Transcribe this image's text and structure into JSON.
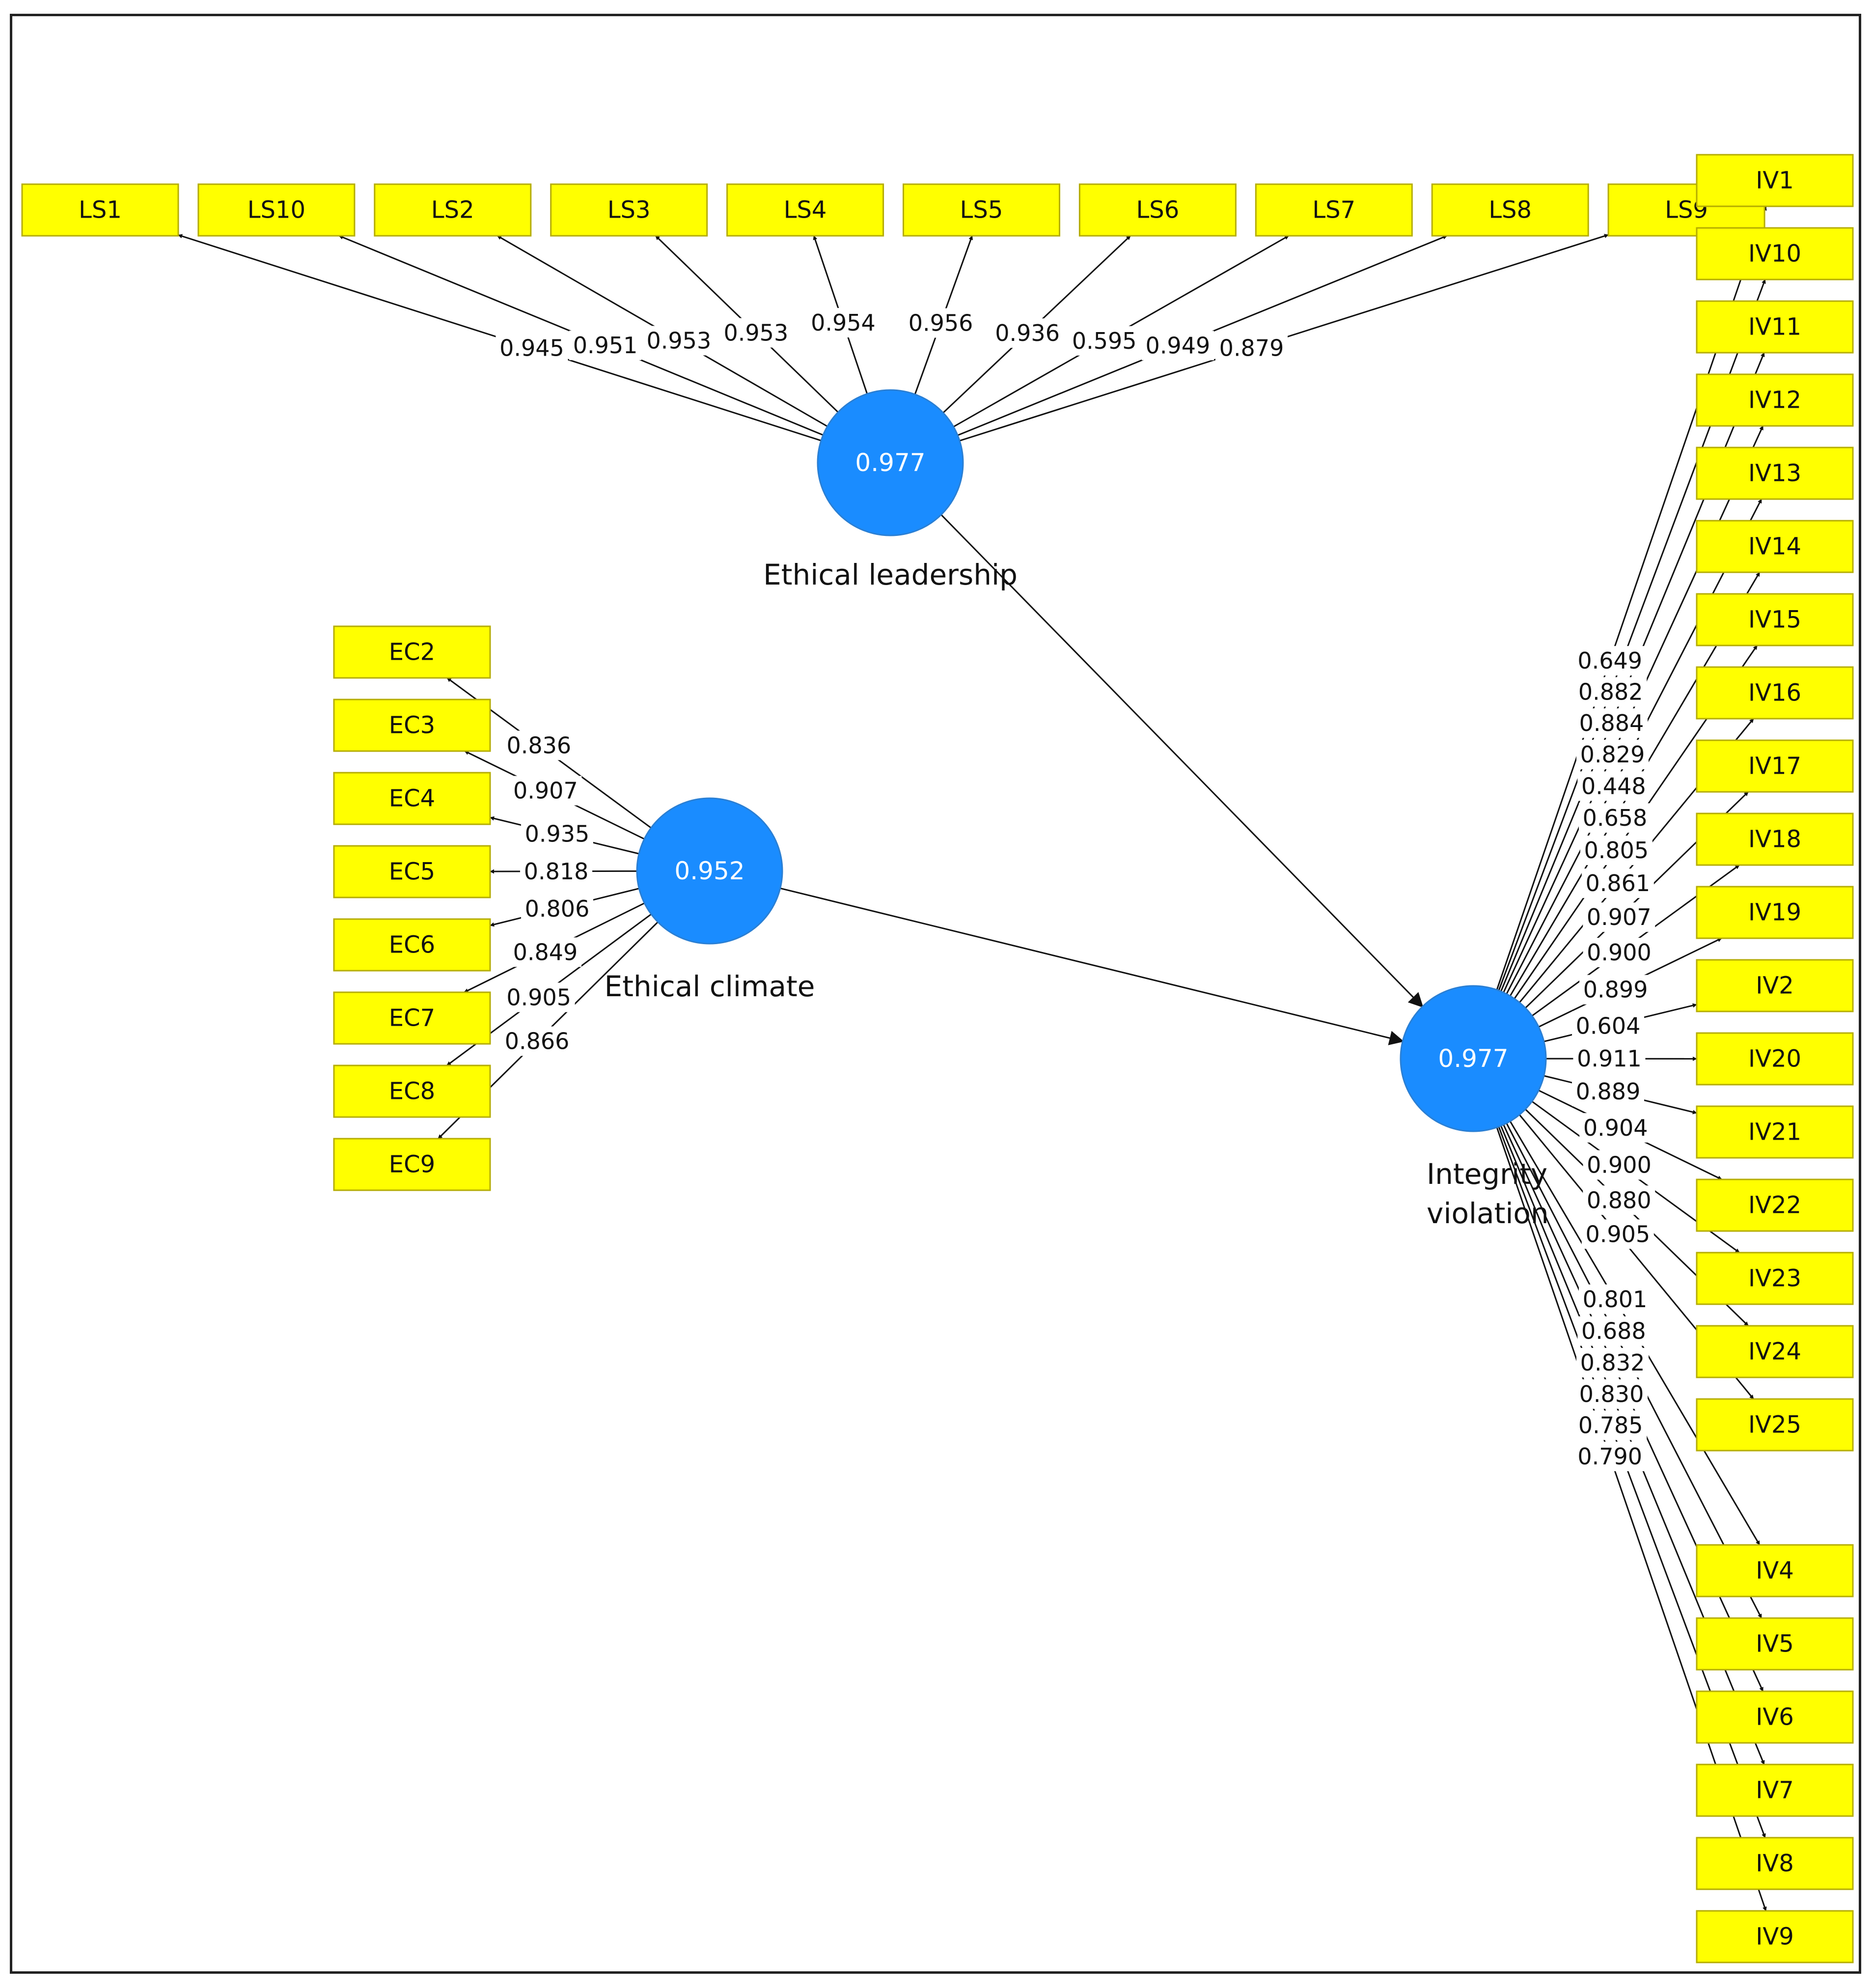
{
  "colors": {
    "indicator": "#ffff00",
    "latent": "#1a8cff",
    "line": "#111111"
  },
  "latents": {
    "el": {
      "name": "Ethical leadership",
      "value": "0.977"
    },
    "ec": {
      "name": "Ethical climate",
      "value": "0.952"
    },
    "iv": {
      "name_line1": "Integrity",
      "name_line2": "violation",
      "value": "0.977"
    }
  },
  "ls_items": [
    {
      "label": "LS1",
      "loading": "0.945"
    },
    {
      "label": "LS10",
      "loading": "0.951"
    },
    {
      "label": "LS2",
      "loading": "0.953"
    },
    {
      "label": "LS3",
      "loading": "0.953"
    },
    {
      "label": "LS4",
      "loading": "0.954"
    },
    {
      "label": "LS5",
      "loading": "0.956"
    },
    {
      "label": "LS6",
      "loading": "0.936"
    },
    {
      "label": "LS7",
      "loading": "0.595"
    },
    {
      "label": "LS8",
      "loading": "0.949"
    },
    {
      "label": "LS9",
      "loading": "0.879"
    }
  ],
  "ec_items": [
    {
      "label": "EC2",
      "loading": "0.836"
    },
    {
      "label": "EC3",
      "loading": "0.907"
    },
    {
      "label": "EC4",
      "loading": "0.935"
    },
    {
      "label": "EC5",
      "loading": "0.818"
    },
    {
      "label": "EC6",
      "loading": "0.806"
    },
    {
      "label": "EC7",
      "loading": "0.849"
    },
    {
      "label": "EC8",
      "loading": "0.905"
    },
    {
      "label": "EC9",
      "loading": "0.866"
    }
  ],
  "iv_items": [
    {
      "label": "IV1",
      "loading": "0.649"
    },
    {
      "label": "IV10",
      "loading": "0.882"
    },
    {
      "label": "IV11",
      "loading": "0.884"
    },
    {
      "label": "IV12",
      "loading": "0.829"
    },
    {
      "label": "IV13",
      "loading": "0.448"
    },
    {
      "label": "IV14",
      "loading": "0.658"
    },
    {
      "label": "IV15",
      "loading": "0.805"
    },
    {
      "label": "IV16",
      "loading": "0.861"
    },
    {
      "label": "IV17",
      "loading": "0.907"
    },
    {
      "label": "IV18",
      "loading": "0.900"
    },
    {
      "label": "IV19",
      "loading": "0.899"
    },
    {
      "label": "IV2",
      "loading": "0.604"
    },
    {
      "label": "IV20",
      "loading": "0.911"
    },
    {
      "label": "IV21",
      "loading": "0.889"
    },
    {
      "label": "IV22",
      "loading": "0.904"
    },
    {
      "label": "IV23",
      "loading": "0.900"
    },
    {
      "label": "IV24",
      "loading": "0.880"
    },
    {
      "label": "IV25",
      "loading": "0.905"
    },
    {
      "label": "IV4",
      "loading": "0.801"
    },
    {
      "label": "IV5",
      "loading": "0.688"
    },
    {
      "label": "IV6",
      "loading": "0.832"
    },
    {
      "label": "IV7",
      "loading": "0.830"
    },
    {
      "label": "IV8",
      "loading": "0.785"
    },
    {
      "label": "IV9",
      "loading": "0.790"
    }
  ]
}
